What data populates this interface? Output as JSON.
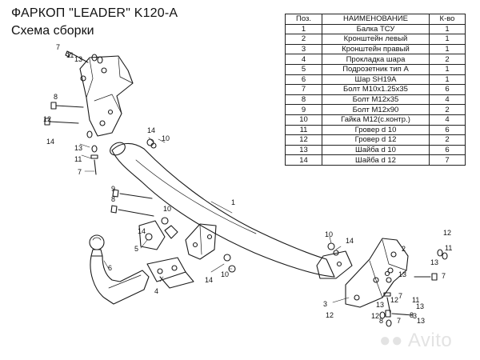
{
  "title": "ФАРКОП \"LEADER\" K120-A",
  "subtitle": "Схема сборки",
  "table": {
    "headers": [
      "Поз.",
      "НАИМЕНОВАНИЕ",
      "К-во"
    ],
    "rows": [
      [
        "1",
        "Балка ТСУ",
        "1"
      ],
      [
        "2",
        "Кронштейн левый",
        "1"
      ],
      [
        "3",
        "Кронштейн правый",
        "1"
      ],
      [
        "4",
        "Прокладка шара",
        "2"
      ],
      [
        "5",
        "Подрозетник тип А",
        "1"
      ],
      [
        "6",
        "Шар SH19A",
        "1"
      ],
      [
        "7",
        "Болт М10х1.25х35",
        "6"
      ],
      [
        "8",
        "Болт М12х35",
        "4"
      ],
      [
        "9",
        "Болт М12х90",
        "2"
      ],
      [
        "10",
        "Гайка М12(с.контр.)",
        "4"
      ],
      [
        "11",
        "Гровер d 10",
        "6"
      ],
      [
        "12",
        "Гровер d 12",
        "2"
      ],
      [
        "13",
        "Шайба d 10",
        "6"
      ],
      [
        "14",
        "Шайба d 12",
        "7"
      ]
    ]
  },
  "callouts": [
    "7",
    "11",
    "13",
    "8",
    "12",
    "14",
    "13",
    "11",
    "7",
    "14",
    "10",
    "1",
    "9",
    "8",
    "10",
    "14",
    "5",
    "4",
    "6",
    "14",
    "10",
    "10",
    "14",
    "12",
    "8",
    "2",
    "13",
    "7",
    "12",
    "11",
    "13",
    "3",
    "13",
    "7",
    "12",
    "11",
    "13",
    "3",
    "7",
    "13",
    "12",
    "8"
  ],
  "watermark": "Avito",
  "watermark_icon": "avito-logo-icon"
}
